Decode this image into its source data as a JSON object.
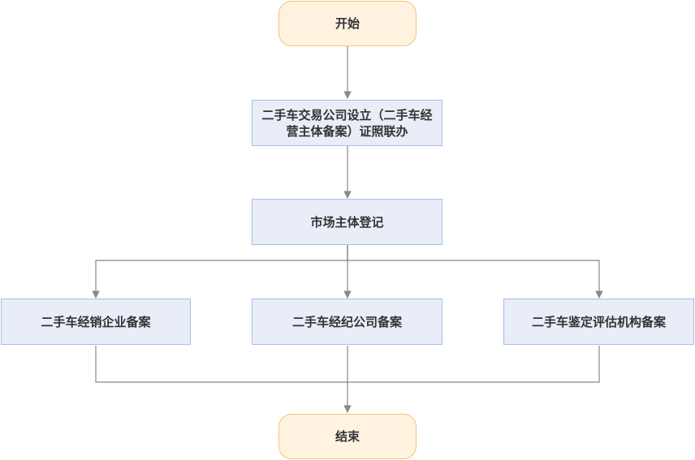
{
  "diagram": {
    "nodes": {
      "start": {
        "label": "开始"
      },
      "establish": {
        "label": "二手车交易公司设立（二手车经营主体备案）证照联办"
      },
      "register": {
        "label": "市场主体登记"
      },
      "dealer": {
        "label": "二手车经销企业备案"
      },
      "broker": {
        "label": "二手车经纪公司备案"
      },
      "appraisal": {
        "label": "二手车鉴定评估机构备案"
      },
      "end": {
        "label": "结束"
      }
    },
    "edges": [
      [
        "start",
        "establish"
      ],
      [
        "establish",
        "register"
      ],
      [
        "register",
        "dealer"
      ],
      [
        "register",
        "broker"
      ],
      [
        "register",
        "appraisal"
      ],
      [
        "dealer",
        "end"
      ],
      [
        "broker",
        "end"
      ],
      [
        "appraisal",
        "end"
      ]
    ],
    "colors": {
      "terminal_fill": "#fff3e0",
      "terminal_border": "#f5c37a",
      "process_fill": "#e8edf8",
      "process_border": "#a9bde6",
      "connector": "#888888",
      "text": "#333333"
    }
  }
}
